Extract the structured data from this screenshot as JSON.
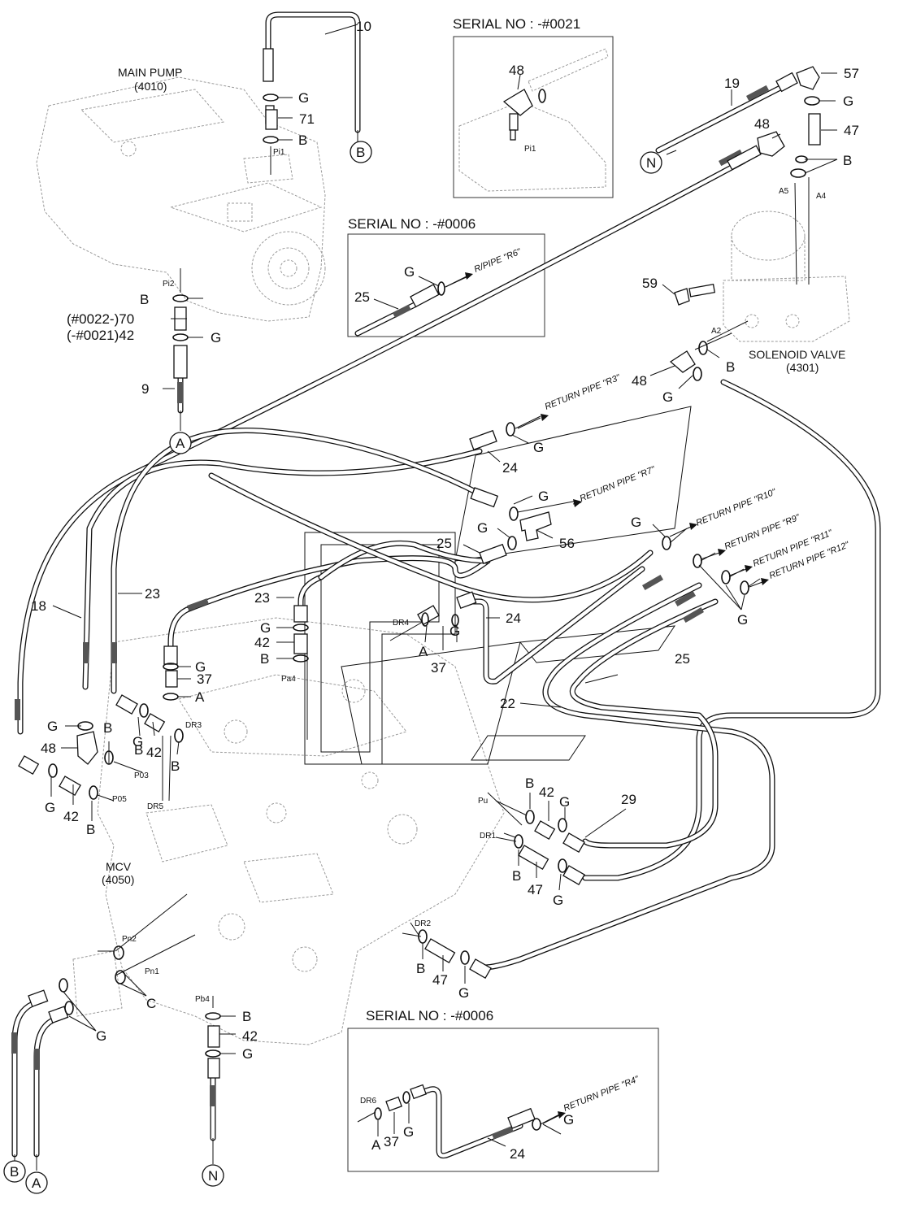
{
  "labels": {
    "main_pump": "MAIN PUMP",
    "main_pump_code": "(4010)",
    "mcv": "MCV",
    "mcv_code": "(4050)",
    "solenoid": "SOLENOID VALVE",
    "solenoid_code": "(4301)"
  },
  "serial_boxes": {
    "top": "SERIAL NO : -#0021",
    "mid": "SERIAL NO : -#0006",
    "bottom": "SERIAL NO : -#0006"
  },
  "return_pipes": {
    "r3": "RETURN PIPE \"R3\"",
    "r7": "RETURN PIPE \"R7\"",
    "r10": "RETURN PIPE \"R10\"",
    "r9": "RETURN PIPE \"R9\"",
    "r11": "RETURN PIPE \"R11\"",
    "r12": "RETURN PIPE \"R12\"",
    "r4": "RETURN PIPE \"R4\"",
    "r6": "R/PIPE \"R6\""
  },
  "ports": {
    "pi1": "Pi1",
    "pi2": "Pi2",
    "a5": "A5",
    "a4": "A4",
    "a2": "A2",
    "pa4": "Pa4",
    "dr4": "DR4",
    "dr3": "DR3",
    "p03": "P03",
    "p05": "P05",
    "dr5": "DR5",
    "pu": "Pu",
    "dr1": "DR1",
    "dr2": "DR2",
    "pn2": "Pn2",
    "pn1": "Pn1",
    "pb4": "Pb4",
    "dr6": "DR6",
    "pi1_inset": "Pi1"
  },
  "callouts": {
    "serial_70": "(#0022-)70",
    "serial_42": "(-#0021)42"
  },
  "part_numbers": {
    "p10": "10",
    "p71": "71",
    "p48a": "48",
    "p19": "19",
    "p57": "57",
    "p47a": "47",
    "p48b": "48",
    "p25a": "25",
    "p59": "59",
    "p48c": "48",
    "p9": "9",
    "p24a": "24",
    "p56": "56",
    "p25b": "25",
    "p23a": "23",
    "p23b": "23",
    "p42a": "42",
    "p24b": "24",
    "p37a": "37",
    "p25c": "25",
    "p18": "18",
    "p37b": "37",
    "p22": "22",
    "p48d": "48",
    "p42b": "42",
    "p42c": "42",
    "p29": "29",
    "p42d": "42",
    "p47b": "47",
    "p47c": "47",
    "p42e": "42",
    "p37c": "37",
    "p24c": "24"
  },
  "letters": {
    "g1": "G",
    "b1": "B",
    "g2": "G",
    "b2": "B",
    "b3": "B",
    "g3": "G",
    "b4": "B",
    "g4": "G",
    "g5": "G",
    "g6": "G",
    "g7": "G",
    "g8": "G",
    "g9": "G",
    "g10": "G",
    "b5": "B",
    "a1": "A",
    "a2": "A",
    "g11": "G",
    "b6": "B",
    "g12": "G",
    "b7": "B",
    "g13": "G",
    "b8": "B",
    "g14": "G",
    "b9": "B",
    "b10": "B",
    "g15": "G",
    "b11": "B",
    "g16": "G",
    "b12": "B",
    "g17": "G",
    "c1": "C",
    "g18": "G",
    "b13": "B",
    "g19": "G",
    "a3": "A",
    "g20": "G",
    "g21": "G",
    "g22": "G"
  },
  "connectors": {
    "top_b": "B",
    "n_top": "N",
    "a_mid": "A",
    "b_bot": "B",
    "a_bot": "A",
    "n_bot": "N"
  }
}
